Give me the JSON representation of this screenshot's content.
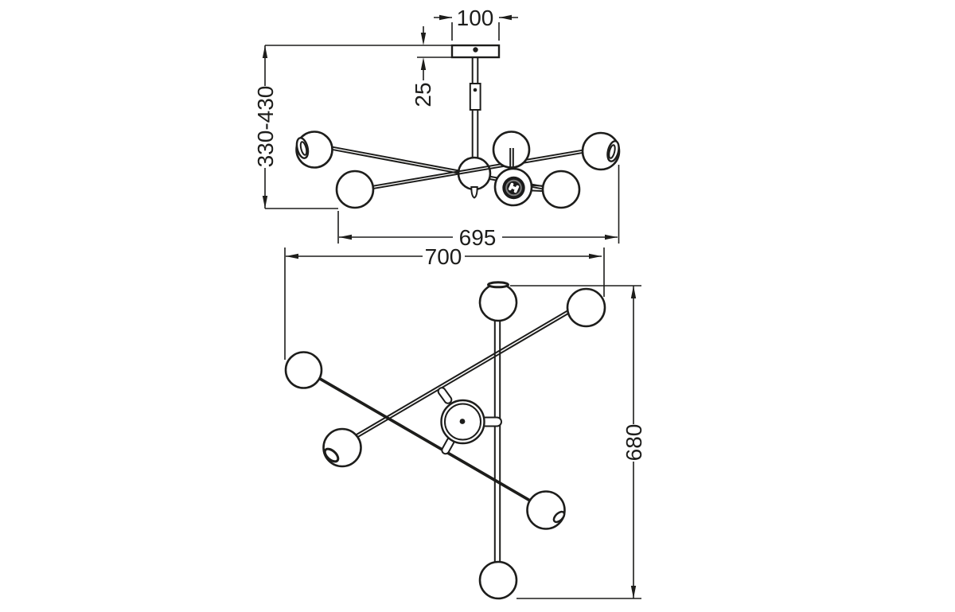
{
  "diagram": {
    "description": "Two-view dimensioned line drawing of a six-arm sphere chandelier",
    "colors": {
      "line": "#1d1d1b",
      "background": "#ffffff"
    },
    "dimensions": {
      "canopy_width": "100",
      "canopy_height": "25",
      "overall_height": "330-430",
      "front_view_width": "695",
      "top_view_width": "700",
      "top_view_depth": "680"
    }
  }
}
